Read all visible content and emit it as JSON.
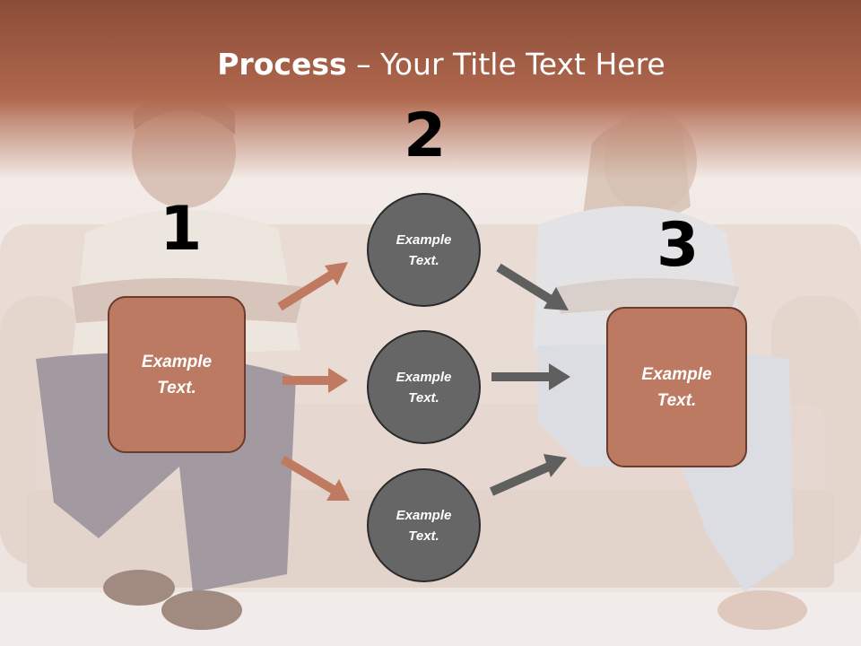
{
  "slide": {
    "title_bold": "Process",
    "title_rest": " – Your Title Text Here",
    "step_numbers": [
      "1",
      "2",
      "3"
    ],
    "left_box": {
      "label": "Example\nText."
    },
    "right_box": {
      "label": "Example\nText."
    },
    "circles": [
      {
        "label": "Example\nText."
      },
      {
        "label": "Example\nText."
      },
      {
        "label": "Example\nText."
      }
    ]
  },
  "colors": {
    "title_band": "#a8634b",
    "box_fill": "#bd7a62",
    "box_border": "#6b3b2c",
    "circle_fill": "#666666",
    "arrow_orange": "#c07a62",
    "arrow_gray": "#5f5f5f",
    "number_color": "#000000"
  },
  "background": {
    "description_icon": "couple-on-sofa-photo"
  }
}
